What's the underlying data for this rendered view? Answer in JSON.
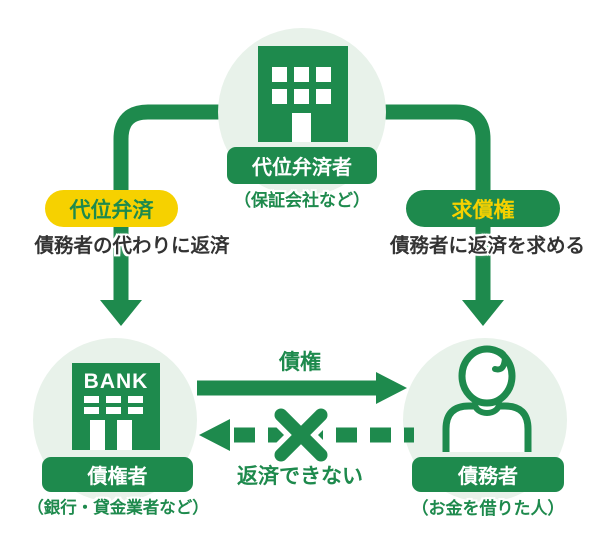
{
  "colors": {
    "green": "#1e8a4d",
    "light_green": "#e8f2ea",
    "yellow": "#f6d100",
    "text_dark": "#333333",
    "white": "#ffffff"
  },
  "nodes": {
    "subrogator": {
      "label": "代位弁済者",
      "caption": "（保証会社など）",
      "icon": "office-building"
    },
    "creditor": {
      "label": "債権者",
      "caption": "（銀行・貸金業者など）",
      "icon": "bank-building",
      "icon_text": "BANK"
    },
    "debtor": {
      "label": "債務者",
      "caption": "（お金を借りた人）",
      "icon": "person"
    }
  },
  "edges": {
    "subrogation": {
      "badge": "代位弁済",
      "caption": "債務者の代わりに返済",
      "direction": "subrogator-to-creditor"
    },
    "reimbursement": {
      "badge": "求償権",
      "caption": "債務者に返済を求める",
      "direction": "subrogator-to-debtor"
    },
    "claim": {
      "label": "債権",
      "direction": "creditor-to-debtor"
    },
    "no_repayment": {
      "label": "返済できない",
      "direction": "debtor-to-creditor",
      "style": "dashed-crossed-out"
    }
  }
}
